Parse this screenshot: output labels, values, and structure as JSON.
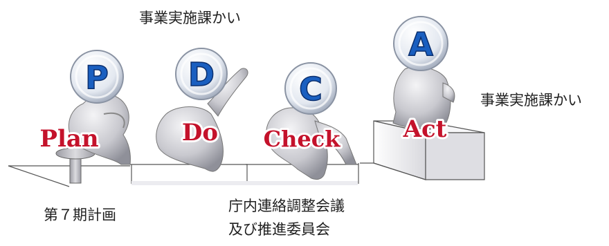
{
  "labels": {
    "do_note": "事業実施課かい",
    "act_note": "事業実施課かい",
    "plan_note": "第７期計画",
    "check_note_line1": "庁内連絡調整会議",
    "check_note_line2": "及び推進委員会"
  },
  "stages": [
    {
      "letter": "P",
      "word": "Plan"
    },
    {
      "letter": "D",
      "word": "Do"
    },
    {
      "letter": "C",
      "word": "Check"
    },
    {
      "letter": "A",
      "word": "Act"
    }
  ],
  "colors": {
    "letter_fill": "#1a5fc0",
    "badge_ring": "#e9eef6",
    "word_red": "#c4122b",
    "figure_gray": "#c9c9cf"
  }
}
